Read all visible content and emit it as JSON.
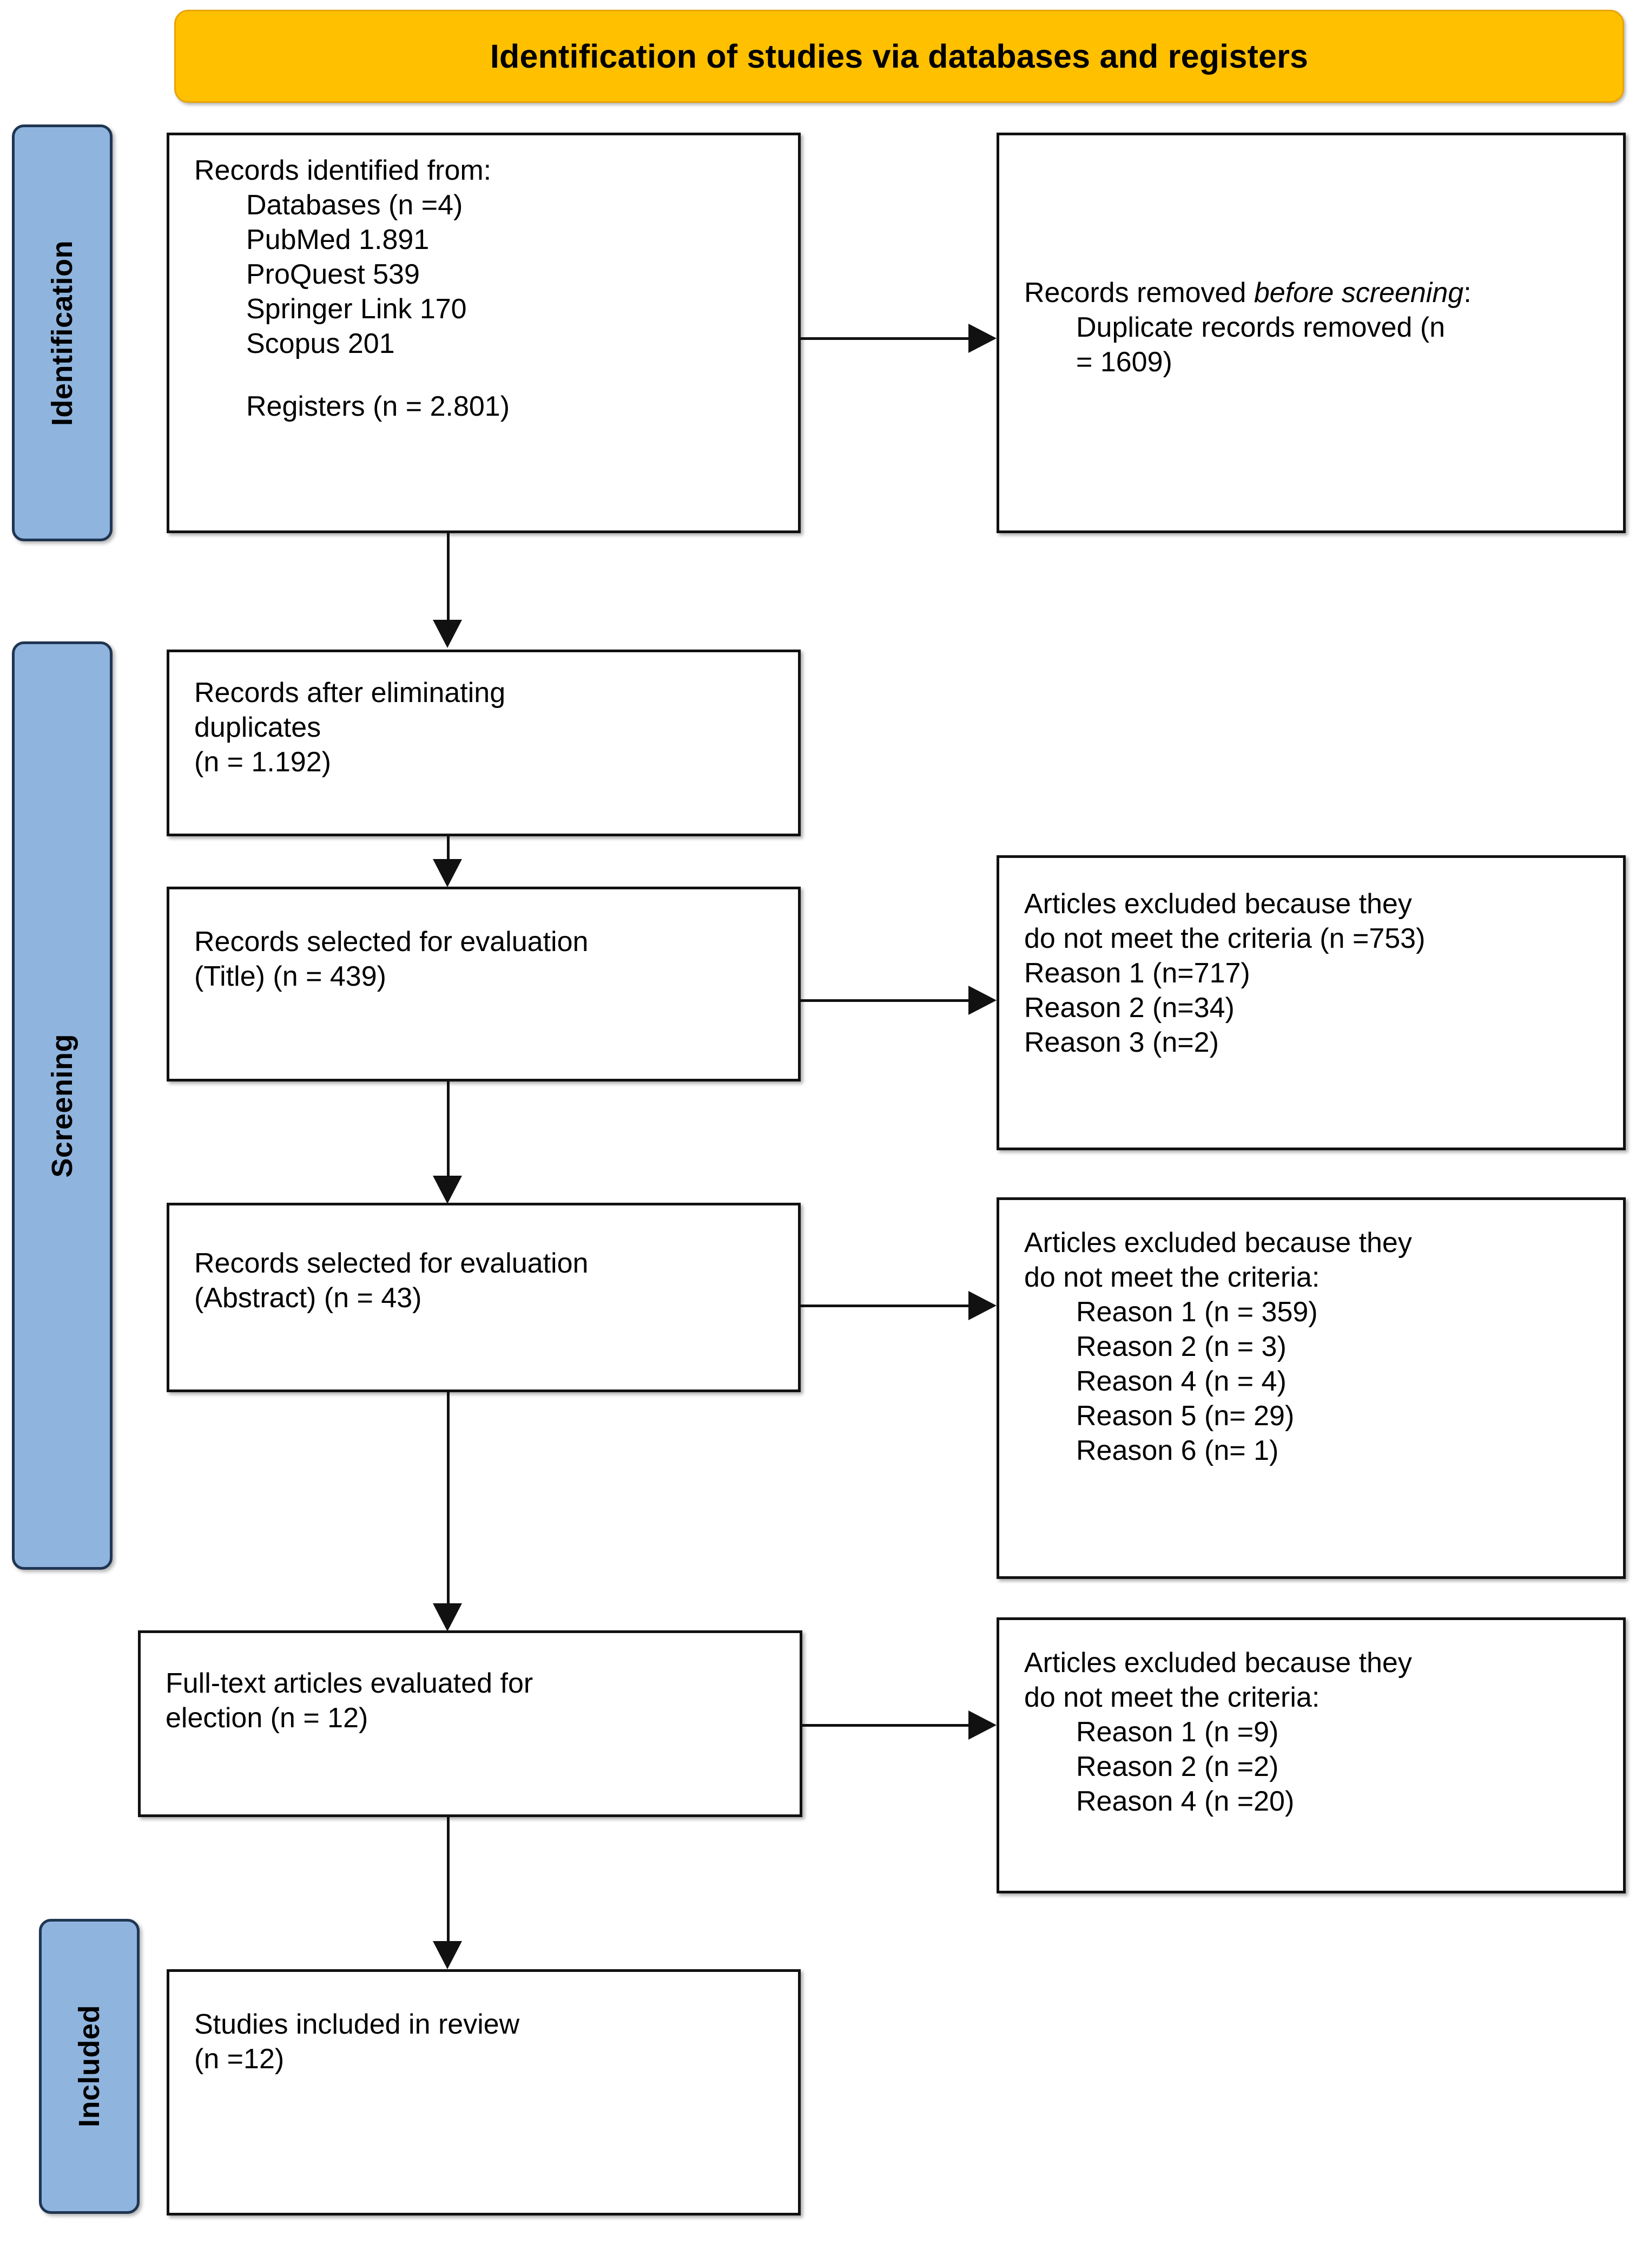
{
  "banner": {
    "title": "Identification of studies via databases and registers",
    "color": "#FFC000"
  },
  "stages": {
    "identification": "Identification",
    "screening": "Screening",
    "included": "Included",
    "color": "#8FB4DE"
  },
  "boxes": {
    "identified": {
      "name": "records-identified",
      "lines": [
        "Records identified from:",
        "Databases (n =4)",
        "PubMed 1.891",
        "ProQuest 539",
        "Springer Link 170",
        "Scopus 201",
        "",
        "Registers (n = 2.801)"
      ]
    },
    "removed_before_screening": {
      "name": "records-removed-before-screening",
      "lead_normal": "Records removed ",
      "lead_italic": "before screening",
      "lead_tail": ":",
      "lines": [
        "Duplicate records removed (n",
        "= 1609)"
      ]
    },
    "after_duplicates": {
      "name": "records-after-eliminating-duplicates",
      "lines": [
        "Records after eliminating",
        "duplicates",
        "(n = 1.192)"
      ]
    },
    "selected_title": {
      "name": "records-selected-title",
      "lines": [
        "Records selected for evaluation",
        "(Title) (n = 439)"
      ]
    },
    "excluded_title": {
      "name": "articles-excluded-title",
      "lines": [
        "Articles excluded because they",
        "do not meet the criteria (n =753)",
        "Reason 1 (n=717)",
        "Reason 2 (n=34)",
        "Reason 3 (n=2)"
      ]
    },
    "selected_abstract": {
      "name": "records-selected-abstract",
      "lines": [
        "Records selected for evaluation",
        "(Abstract) (n = 43)"
      ]
    },
    "excluded_abstract": {
      "name": "articles-excluded-abstract",
      "lines": [
        "Articles excluded because they",
        "do not meet the criteria:",
        "Reason 1 (n = 359)",
        "Reason 2 (n = 3)",
        "Reason 4 (n = 4)",
        "Reason 5 (n= 29)",
        "Reason 6 (n= 1)"
      ]
    },
    "fulltext": {
      "name": "full-text-articles-evaluated",
      "lines": [
        "Full-text articles evaluated for",
        "election (n = 12)"
      ]
    },
    "excluded_fulltext": {
      "name": "articles-excluded-fulltext",
      "lines": [
        "Articles excluded because they",
        "do not meet the criteria:",
        "Reason 1 (n =9)",
        "Reason 2 (n =2)",
        "Reason 4 (n =20)"
      ]
    },
    "included": {
      "name": "studies-included-in-review",
      "lines": [
        "Studies included in review",
        "(n =12)"
      ]
    }
  },
  "chart_data": {
    "type": "diagram",
    "title": "PRISMA flow diagram",
    "nodes": [
      {
        "id": "identified",
        "stage": "Identification",
        "label": "Records identified from: Databases (n =4); PubMed 1.891; ProQuest 539; Springer Link 170; Scopus 201; Registers (n = 2.801)",
        "n_databases": 4,
        "pubmed": 1891,
        "proquest": 539,
        "springer_link": 170,
        "scopus": 201,
        "registers": 2801
      },
      {
        "id": "removed",
        "stage": "Identification",
        "label": "Records removed before screening: Duplicate records removed (n = 1609)",
        "duplicates_removed": 1609
      },
      {
        "id": "after_duplicates",
        "stage": "Screening",
        "label": "Records after eliminating duplicates (n = 1.192)",
        "n": 1192
      },
      {
        "id": "selected_title",
        "stage": "Screening",
        "label": "Records selected for evaluation (Title) (n = 439)",
        "n": 439
      },
      {
        "id": "excluded_title",
        "stage": "Screening",
        "label": "Articles excluded because they do not meet the criteria (n =753)",
        "n": 753,
        "reasons": {
          "Reason 1": 717,
          "Reason 2": 34,
          "Reason 3": 2
        }
      },
      {
        "id": "selected_abstract",
        "stage": "Screening",
        "label": "Records selected for evaluation (Abstract) (n = 43)",
        "n": 43
      },
      {
        "id": "excluded_abstract",
        "stage": "Screening",
        "label": "Articles excluded because they do not meet the criteria",
        "reasons": {
          "Reason 1": 359,
          "Reason 2": 3,
          "Reason 4": 4,
          "Reason 5": 29,
          "Reason 6": 1
        }
      },
      {
        "id": "fulltext",
        "stage": "Screening",
        "label": "Full-text articles evaluated for election (n = 12)",
        "n": 12
      },
      {
        "id": "excluded_fulltext",
        "stage": "Screening",
        "label": "Articles excluded because they do not meet the criteria",
        "reasons": {
          "Reason 1": 9,
          "Reason 2": 2,
          "Reason 4": 20
        }
      },
      {
        "id": "included",
        "stage": "Included",
        "label": "Studies included in review (n =12)",
        "n": 12
      }
    ],
    "edges": [
      {
        "from": "identified",
        "to": "removed",
        "direction": "right"
      },
      {
        "from": "identified",
        "to": "after_duplicates",
        "direction": "down"
      },
      {
        "from": "after_duplicates",
        "to": "selected_title",
        "direction": "down"
      },
      {
        "from": "selected_title",
        "to": "excluded_title",
        "direction": "right"
      },
      {
        "from": "selected_title",
        "to": "selected_abstract",
        "direction": "down"
      },
      {
        "from": "selected_abstract",
        "to": "excluded_abstract",
        "direction": "right"
      },
      {
        "from": "selected_abstract",
        "to": "fulltext",
        "direction": "down"
      },
      {
        "from": "fulltext",
        "to": "excluded_fulltext",
        "direction": "right"
      },
      {
        "from": "fulltext",
        "to": "included",
        "direction": "down"
      }
    ]
  }
}
